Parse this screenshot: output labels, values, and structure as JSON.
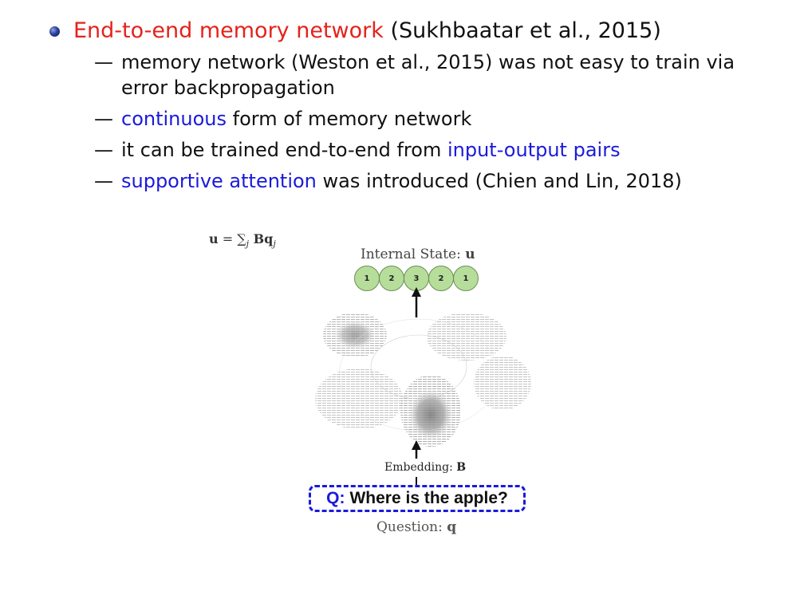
{
  "main_bullet": {
    "highlight": "End-to-end memory network",
    "citation": " (Sukhbaatar et al., 2015)"
  },
  "sub_bullets": [
    {
      "dash": "—",
      "text": "memory network (Weston et al., 2015) was not easy to train via error backpropagation"
    },
    {
      "dash": "—",
      "highlight": "continuous",
      "text": " form of memory network"
    },
    {
      "dash": "—",
      "text": "it can be trained end-to-end from ",
      "highlight": "input-output pairs"
    },
    {
      "dash": "—",
      "highlight": "supportive attention",
      "text": " was introduced (Chien and Lin, 2018)"
    }
  ],
  "diagram": {
    "formula_u": "u",
    "formula_eq": " = ",
    "formula_sum": "∑",
    "formula_sub": "j",
    "formula_B": " B",
    "formula_q": "q",
    "formula_qsub": "j",
    "internal_state_label": "Internal State: ",
    "internal_state_var": "u",
    "state_values": [
      "1",
      "2",
      "3",
      "2",
      "1"
    ],
    "embedding_label": "Embedding: ",
    "embedding_var": "B",
    "question_prefix": "Q:",
    "question_text": "Where is the apple?",
    "question_label": "Question: ",
    "question_var": "q"
  },
  "colors": {
    "red": "#e5221c",
    "blue": "#1a1adc",
    "circle_fill": "#b7dd9b"
  }
}
